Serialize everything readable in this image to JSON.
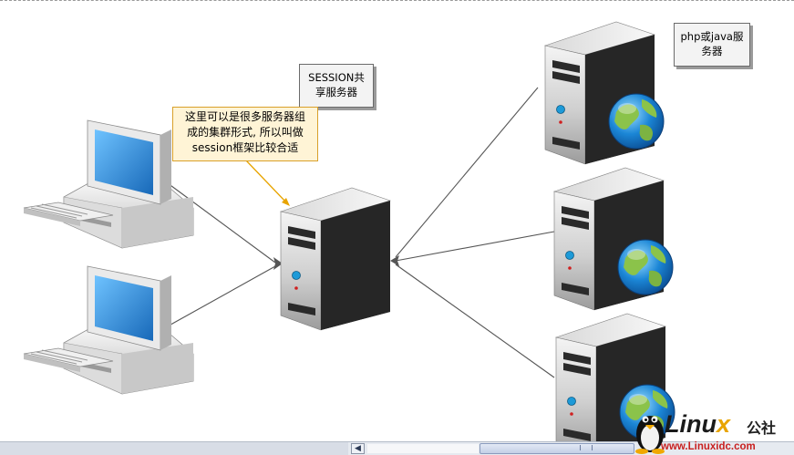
{
  "notes": {
    "session_server": "SESSION共\n享服务器",
    "app_server": "php或java服\n务器"
  },
  "callout": {
    "text": "这里可以是很多服务器组\n成的集群形式, 所以叫做\nsession框架比较合适"
  },
  "icons": [
    "desktop-computer-icon",
    "tower-server-icon",
    "globe-icon",
    "tux-penguin-icon"
  ],
  "watermark": {
    "brand": "Linu",
    "brand_x": "x",
    "brand_cn": "公社",
    "url": "www.Linuxidc.com"
  },
  "colors": {
    "callout_border": "#d9a02a",
    "arrow_orange": "#e8a400",
    "connector": "#555555",
    "server_dark": "#222222",
    "server_light": "#e6e6e6",
    "monitor_screen": "#2f8fd8",
    "globe_blue": "#1b86d6",
    "globe_green": "#8bc34a",
    "watermark_red": "#c82020"
  }
}
